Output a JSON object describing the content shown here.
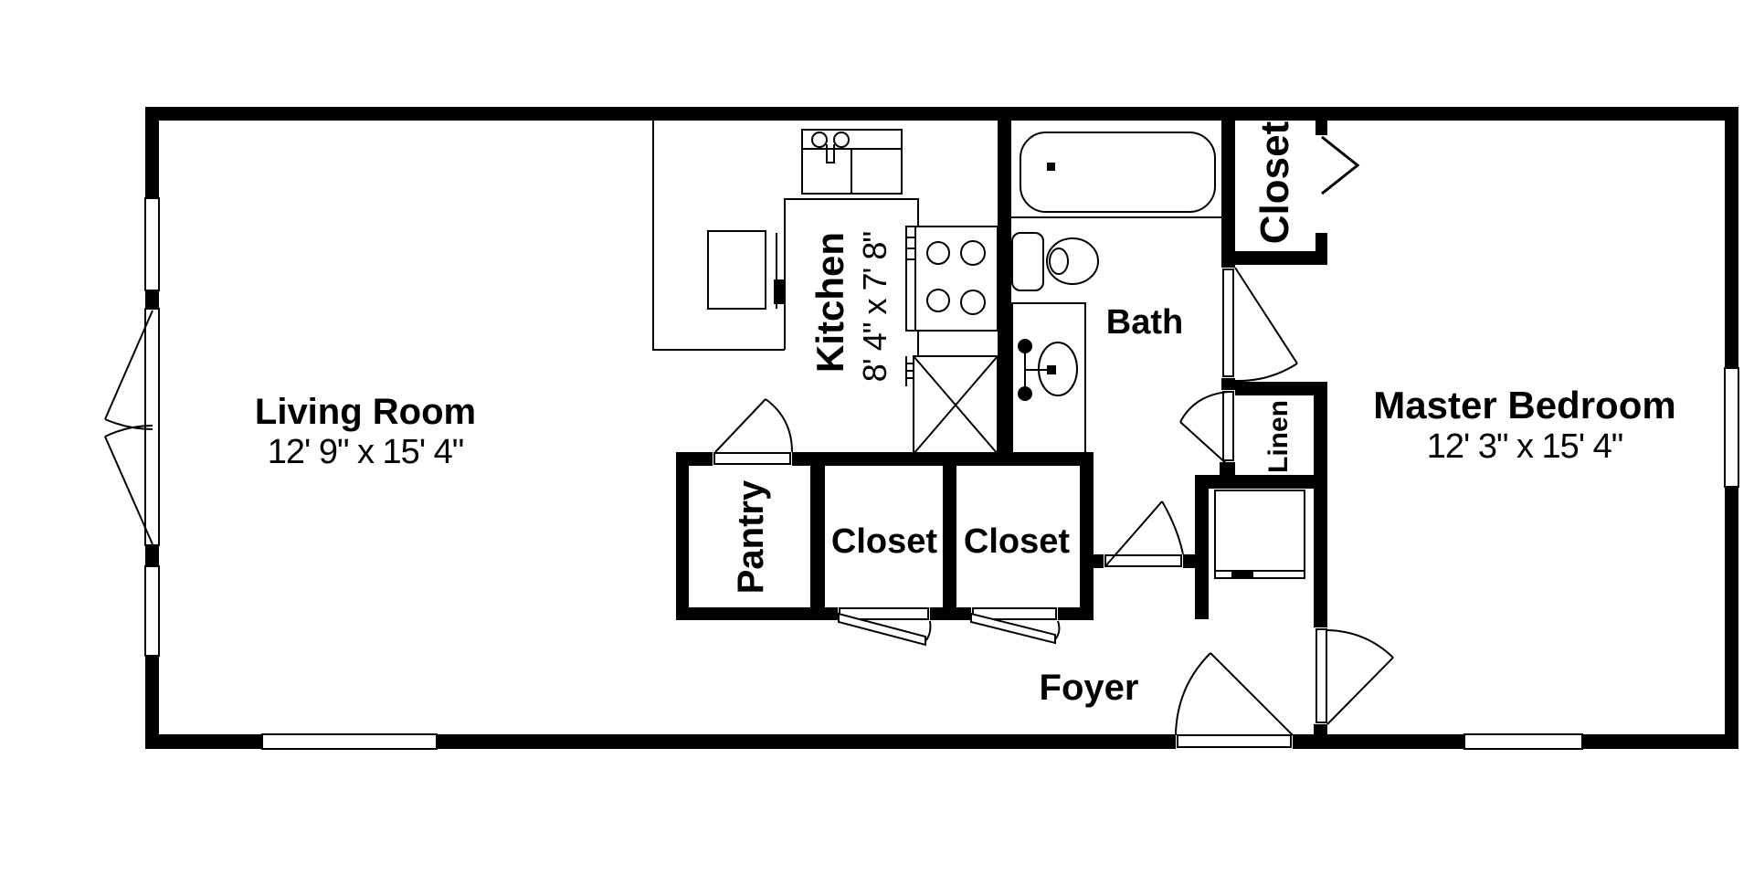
{
  "floor_plan": {
    "rooms": {
      "living_room": {
        "name": "Living Room",
        "dimensions": "12' 9\" x 15' 4\""
      },
      "kitchen": {
        "name": "Kitchen",
        "dimensions": "8' 4\" x 7' 8\""
      },
      "bath": {
        "name": "Bath"
      },
      "master_bedroom": {
        "name": "Master Bedroom",
        "dimensions": "12' 3\" x 15' 4\""
      },
      "foyer": {
        "name": "Foyer"
      },
      "pantry": {
        "name": "Pantry"
      },
      "hall_closet_1": {
        "name": "Closet"
      },
      "hall_closet_2": {
        "name": "Closet"
      },
      "bedroom_closet": {
        "name": "Closet"
      },
      "linen_closet": {
        "name": "Linen"
      }
    },
    "colors": {
      "wall": "#000000",
      "background": "#ffffff",
      "line": "#000000"
    }
  }
}
